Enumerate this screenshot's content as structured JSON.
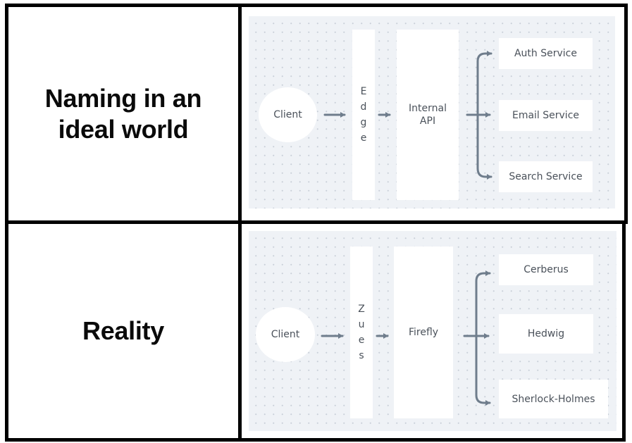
{
  "rows": [
    {
      "label": "Naming in an ideal world",
      "label_lines": [
        "Naming in an",
        "ideal world"
      ],
      "diagram": {
        "client": "Client",
        "gateway": "Edge",
        "gateway_letters": [
          "E",
          "d",
          "g",
          "e"
        ],
        "api_lines": [
          "Internal",
          "API"
        ],
        "services": [
          "Auth Service",
          "Email Service",
          "Search Service"
        ]
      }
    },
    {
      "label": "Reality",
      "label_lines": [
        "Reality"
      ],
      "diagram": {
        "client": "Client",
        "gateway": "Zues",
        "gateway_letters": [
          "Z",
          "u",
          "e",
          "s"
        ],
        "api_lines": [
          "Firefly"
        ],
        "services": [
          "Cerberus",
          "Hedwig",
          "Sherlock-Holmes"
        ]
      }
    }
  ],
  "colors": {
    "border": "#000000",
    "panel_bg": "#eff2f6",
    "node_bg": "#ffffff",
    "node_text": "#4a515a",
    "arrow": "#6f7d8c"
  }
}
